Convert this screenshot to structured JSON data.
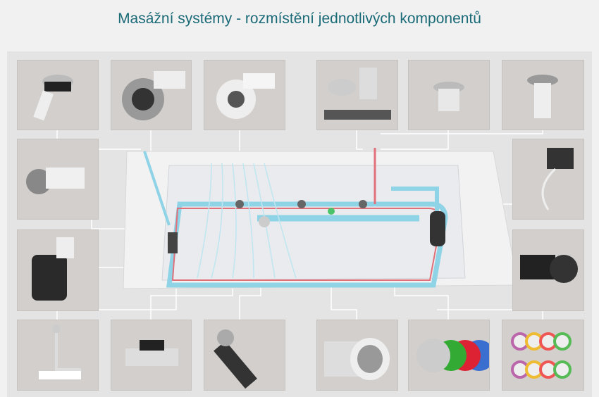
{
  "title": "Masážní systémy - rozmístění jednotlivých komponentů",
  "colors": {
    "title": "#1a6b77",
    "pipe_air": "#8fd3e6",
    "pipe_heat": "#e0707a",
    "panel": "#e4e4e4"
  },
  "components": [
    "pneumatic-button",
    "large-whirlpool-jet",
    "medium-whirlpool-jet",
    "control-panel",
    "air-nozzle",
    "drain-valve",
    "small-whirlpool-jet",
    "sensor",
    "air-blower",
    "water-pump",
    "waste-overflow",
    "heater",
    "suction-fitting",
    "suction-cover",
    "led-light",
    "chromotherapy-lights"
  ]
}
